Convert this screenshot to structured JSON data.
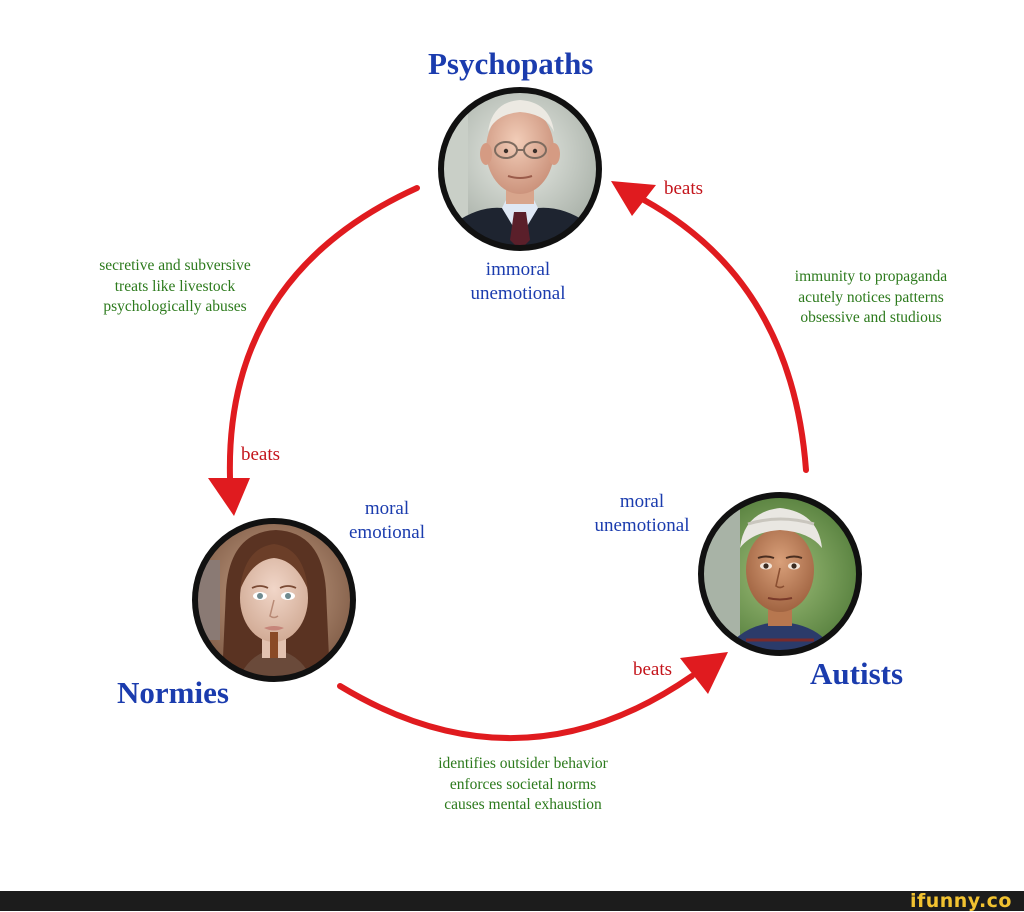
{
  "nodes": {
    "psychopaths": {
      "title": "Psychopaths",
      "traits": [
        "immoral",
        "unemotional"
      ]
    },
    "normies": {
      "title": "Normies",
      "traits": [
        "moral",
        "emotional"
      ]
    },
    "autists": {
      "title": "Autists",
      "traits": [
        "moral",
        "unemotional"
      ]
    }
  },
  "edges": {
    "psychopaths_beats_normies": {
      "label": "beats",
      "notes": [
        "secretive and subversive",
        "treats like livestock",
        "psychologically abuses"
      ]
    },
    "normies_beats_autists": {
      "label": "beats",
      "notes": [
        "identifies outsider behavior",
        "enforces societal norms",
        "causes mental exhaustion"
      ]
    },
    "autists_beats_psychopaths": {
      "label": "beats",
      "notes": [
        "immunity to propaganda",
        "acutely notices patterns",
        "obsessive and studious"
      ]
    }
  },
  "watermark": "ifunny.co",
  "colors": {
    "title": "#1b3cae",
    "arrow": "#e01b1f",
    "beats_text": "#c4141b",
    "notes_text": "#2c7a1c",
    "footer": "#1c1c1c",
    "watermark": "#f2c230"
  }
}
